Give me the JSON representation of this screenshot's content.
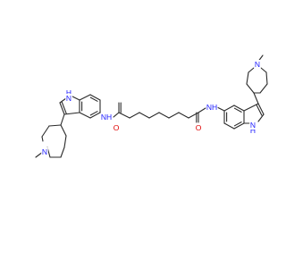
{
  "molecule": {
    "atom_labels": {
      "n_methyl_left": "N",
      "indole_nh_left": "H",
      "indole_n_left": "N",
      "amide_nh_left": "NH",
      "amide_o_left": "O",
      "amide_o_right": "O",
      "amide_nh_right": "NH",
      "indole_nh_right": "H",
      "indole_n_right": "N",
      "n_methyl_right": "N"
    },
    "colors": {
      "bond": "#2a2a2a",
      "nitrogen": "#1a1aff",
      "oxygen": "#e00000"
    }
  }
}
